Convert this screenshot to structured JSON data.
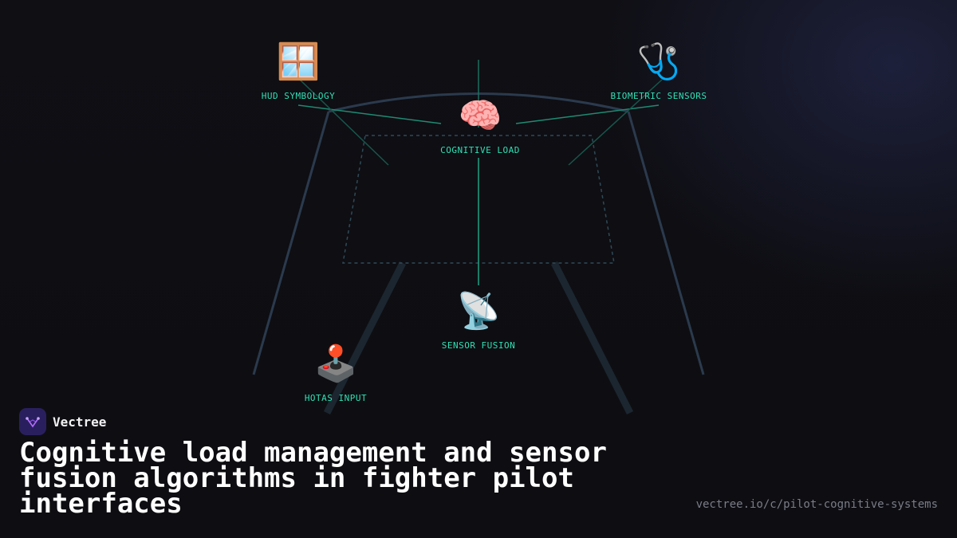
{
  "diagram": {
    "nodes": [
      {
        "id": "hud",
        "icon": "🪟",
        "icon_name": "window-icon",
        "label": "HUD SYMBOLOGY"
      },
      {
        "id": "biometric",
        "icon": "🩺",
        "icon_name": "stethoscope-icon",
        "label": "BIOMETRIC SENSORS"
      },
      {
        "id": "cognitive",
        "icon": "🧠",
        "icon_name": "brain-icon",
        "label": "COGNITIVE LOAD"
      },
      {
        "id": "sensor",
        "icon": "📡",
        "icon_name": "satellite-dish-icon",
        "label": "SENSOR FUSION"
      },
      {
        "id": "hotas",
        "icon": "🕹️",
        "icon_name": "joystick-icon",
        "label": "HOTAS INPUT"
      }
    ],
    "colors": {
      "accent": "#2fe0b4",
      "frame": "#2b3a4d",
      "background": "#0f0f14"
    }
  },
  "brand": {
    "name": "Vectree",
    "logo_color": "#2a1f5e",
    "logo_mark_color": "#b46cff"
  },
  "headline": "Cognitive load management and sensor fusion algorithms in fighter pilot interfaces",
  "url": "vectree.io/c/pilot-cognitive-systems"
}
